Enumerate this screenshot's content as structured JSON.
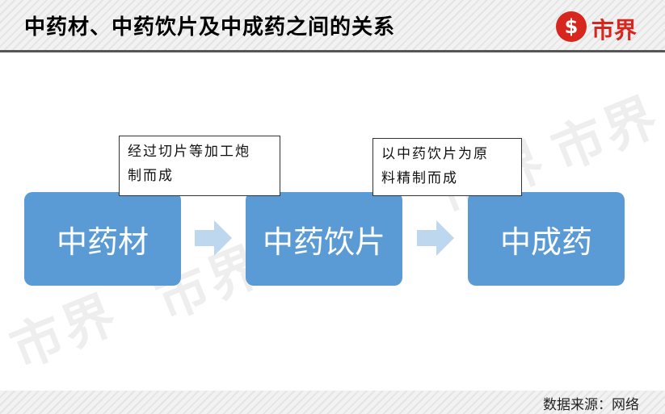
{
  "header": {
    "title": "中药材、中药饮片及中成药之间的关系"
  },
  "logo": {
    "mark": "$",
    "text": "市界"
  },
  "watermark": {
    "text": "市界"
  },
  "flow": {
    "nodes": [
      "中药材",
      "中药饮片",
      "中成药"
    ],
    "notes": [
      {
        "line1": "经过切片等加工炮",
        "line2": "制而成"
      },
      {
        "line1": "以中药饮片为原",
        "line2": "料精制而成"
      }
    ]
  },
  "footer": {
    "source": "数据来源：网络"
  },
  "colors": {
    "box": "#5b9bd5",
    "arrow": "#bdd7ee",
    "brand": "#d7261e"
  }
}
